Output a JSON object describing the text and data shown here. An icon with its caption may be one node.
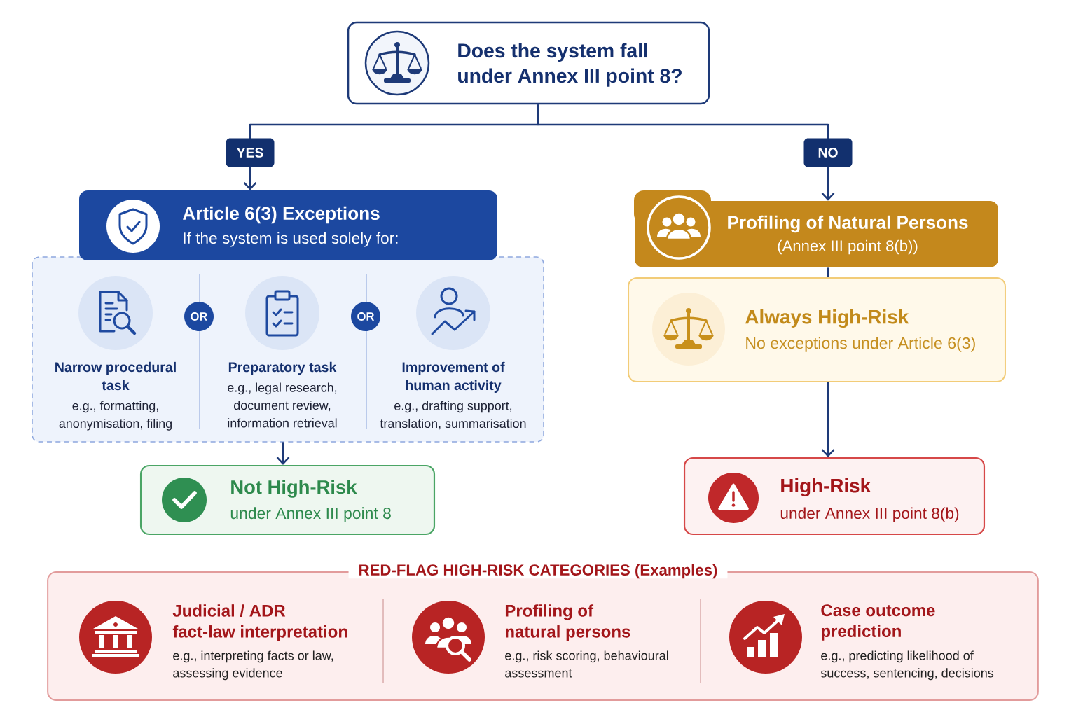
{
  "diagram": {
    "nodes": [
      {
        "text": [
          "Does the system fall under Annex III point 8?"
        ]
      },
      {
        "text": [
          "Article 6(3) Exceptions",
          "If the system is used solely for:"
        ]
      },
      {
        "text": [
          "Narrow procedural task",
          "e.g., formatting, anonymisation, filing"
        ],
        "in": 1
      },
      {
        "text": [
          "OR"
        ],
        "in": 1
      },
      {
        "text": [
          "Preparatory task",
          "e.g., legal research, document review, information retrieval"
        ],
        "in": 1
      },
      {
        "text": [
          "OR"
        ],
        "in": 1
      },
      {
        "text": [
          "Improvement of human activity",
          "e.g., drafting support, translation, summarisation"
        ],
        "in": 1
      },
      {
        "text": [
          "Profiling of Natural Persons",
          "(Annex III point 8(b))"
        ]
      },
      {
        "text": [
          "Always High-Risk",
          "No exceptions under Article 6(3)"
        ]
      },
      {
        "text": [
          "Not High-Risk",
          "under Annex III point 8"
        ]
      },
      {
        "text": [
          "High-Risk",
          "under Annex III point 8(b)"
        ]
      },
      {
        "text": [
          "RED-FLAG HIGH-RISK CATEGORIES (Examples)"
        ]
      },
      {
        "text": [
          "Judicial / ADR fact-law interpretation",
          "e.g., interpreting facts or law, assessing evidence"
        ],
        "in": 11
      },
      {
        "text": [
          "Profiling of natural persons",
          "e.g., risk scoring, behavioural assessment"
        ],
        "in": 11
      },
      {
        "text": [
          "Case outcome prediction",
          "e.g., predicting likelihood of success, sentencing, decisions"
        ],
        "in": 11
      }
    ],
    "edges": [
      {
        "from": 0,
        "to": 1,
        "arrow": "to",
        "label": "YES"
      },
      {
        "from": 0,
        "to": 7,
        "arrow": "to",
        "label": "NO"
      },
      {
        "from": 7,
        "to": 8,
        "arrow": "none"
      },
      {
        "from": 1,
        "to": 9,
        "arrow": "to"
      },
      {
        "from": 8,
        "to": 10,
        "arrow": "to"
      }
    ]
  }
}
